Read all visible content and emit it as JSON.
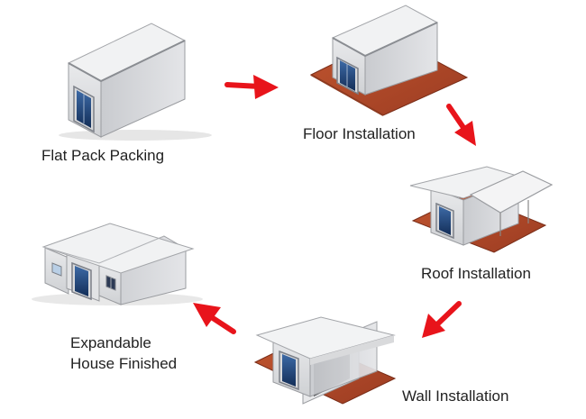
{
  "steps": [
    {
      "id": "flat-pack",
      "label": "Flat Pack Packing"
    },
    {
      "id": "floor",
      "label": "Floor Installation"
    },
    {
      "id": "roof",
      "label": "Roof Installation"
    },
    {
      "id": "wall",
      "label": "Wall Installation"
    },
    {
      "id": "finished",
      "label_lines": [
        "Expandable",
        "House Finished"
      ]
    }
  ],
  "colors": {
    "arrow": "#e8141b",
    "wall": "#dcdcdc",
    "roof": "#f0f0f0",
    "floor": "#b24a2a",
    "door": "#1d3e70",
    "frame": "#7c8088"
  }
}
